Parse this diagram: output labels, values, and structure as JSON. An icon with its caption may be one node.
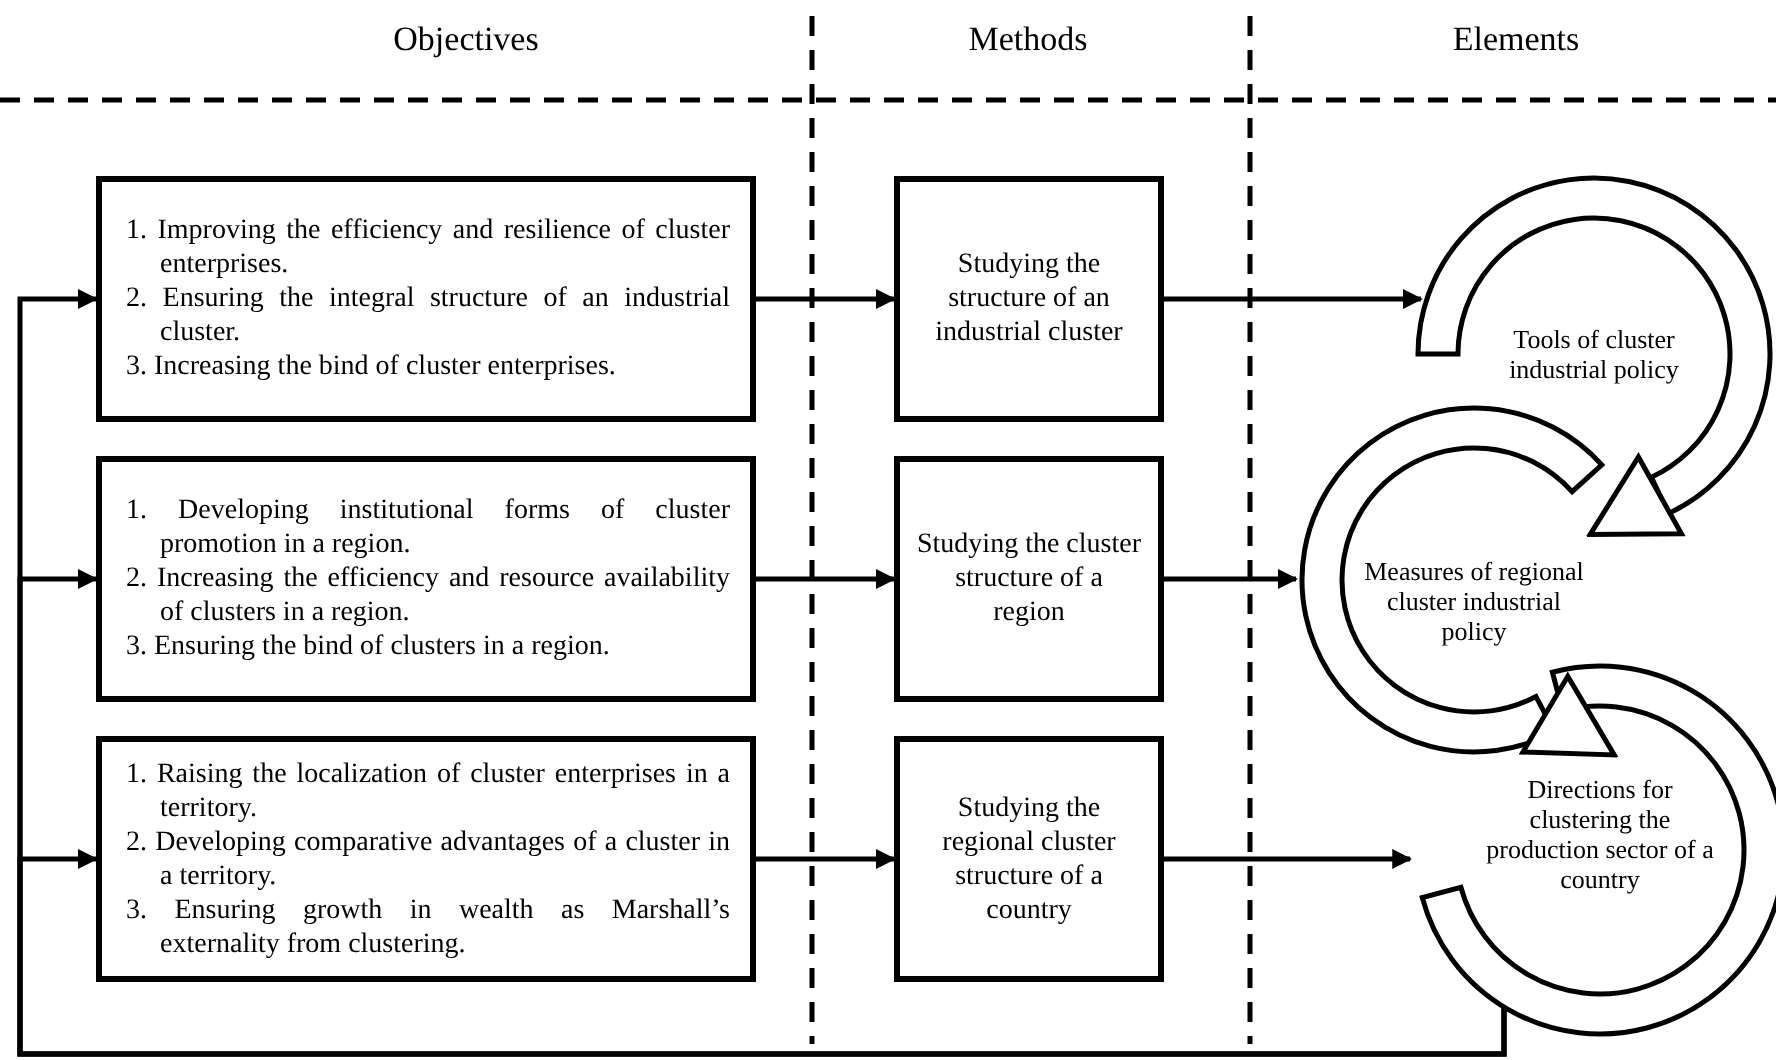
{
  "diagram": {
    "nodes": [
      {
        "text": [
          "1. Improving the efficiency and resilience of cluster enterprises.",
          "2. Ensuring the integral structure of an industrial cluster.",
          "3. Increasing the bind of cluster enterprises."
        ]
      },
      {
        "text": [
          "1. Developing institutional forms of cluster promotion in a region.",
          "2. Increasing the efficiency and resource availability of clusters in a region.",
          "3. Ensuring the bind of clusters in a region."
        ]
      },
      {
        "text": [
          "1. Raising the localization of cluster enterprises in a territory.",
          "2. Developing comparative advantages of a cluster in a territory.",
          "3. Ensuring growth in wealth as Marshall’s externality from clustering."
        ]
      },
      {
        "text": [
          "Studying the structure of an industrial cluster"
        ]
      },
      {
        "text": [
          "Studying the cluster structure of a region"
        ]
      },
      {
        "text": [
          "Studying the regional cluster structure of a country"
        ]
      },
      {
        "text": [
          "Tools of cluster industrial policy"
        ]
      },
      {
        "text": [
          "Measures of regional cluster industrial policy"
        ]
      },
      {
        "text": [
          "Directions for clustering the production sector of a country"
        ]
      }
    ],
    "edges": [
      {
        "from": 0,
        "to": 3,
        "arrow": "to"
      },
      {
        "from": 1,
        "to": 4,
        "arrow": "to"
      },
      {
        "from": 2,
        "to": 5,
        "arrow": "to"
      },
      {
        "from": 3,
        "to": 6,
        "arrow": "to"
      },
      {
        "from": 4,
        "to": 7,
        "arrow": "to"
      },
      {
        "from": 5,
        "to": 8,
        "arrow": "to"
      },
      {
        "from": 6,
        "to": 7,
        "arrow": "to"
      },
      {
        "from": 7,
        "to": 8,
        "arrow": "to"
      },
      {
        "from": 8,
        "to": 0,
        "arrow": "to"
      },
      {
        "from": 8,
        "to": 1,
        "arrow": "to"
      },
      {
        "from": 8,
        "to": 2,
        "arrow": "to"
      }
    ],
    "labels": [
      "Objectives",
      "Methods",
      "Elements"
    ]
  }
}
